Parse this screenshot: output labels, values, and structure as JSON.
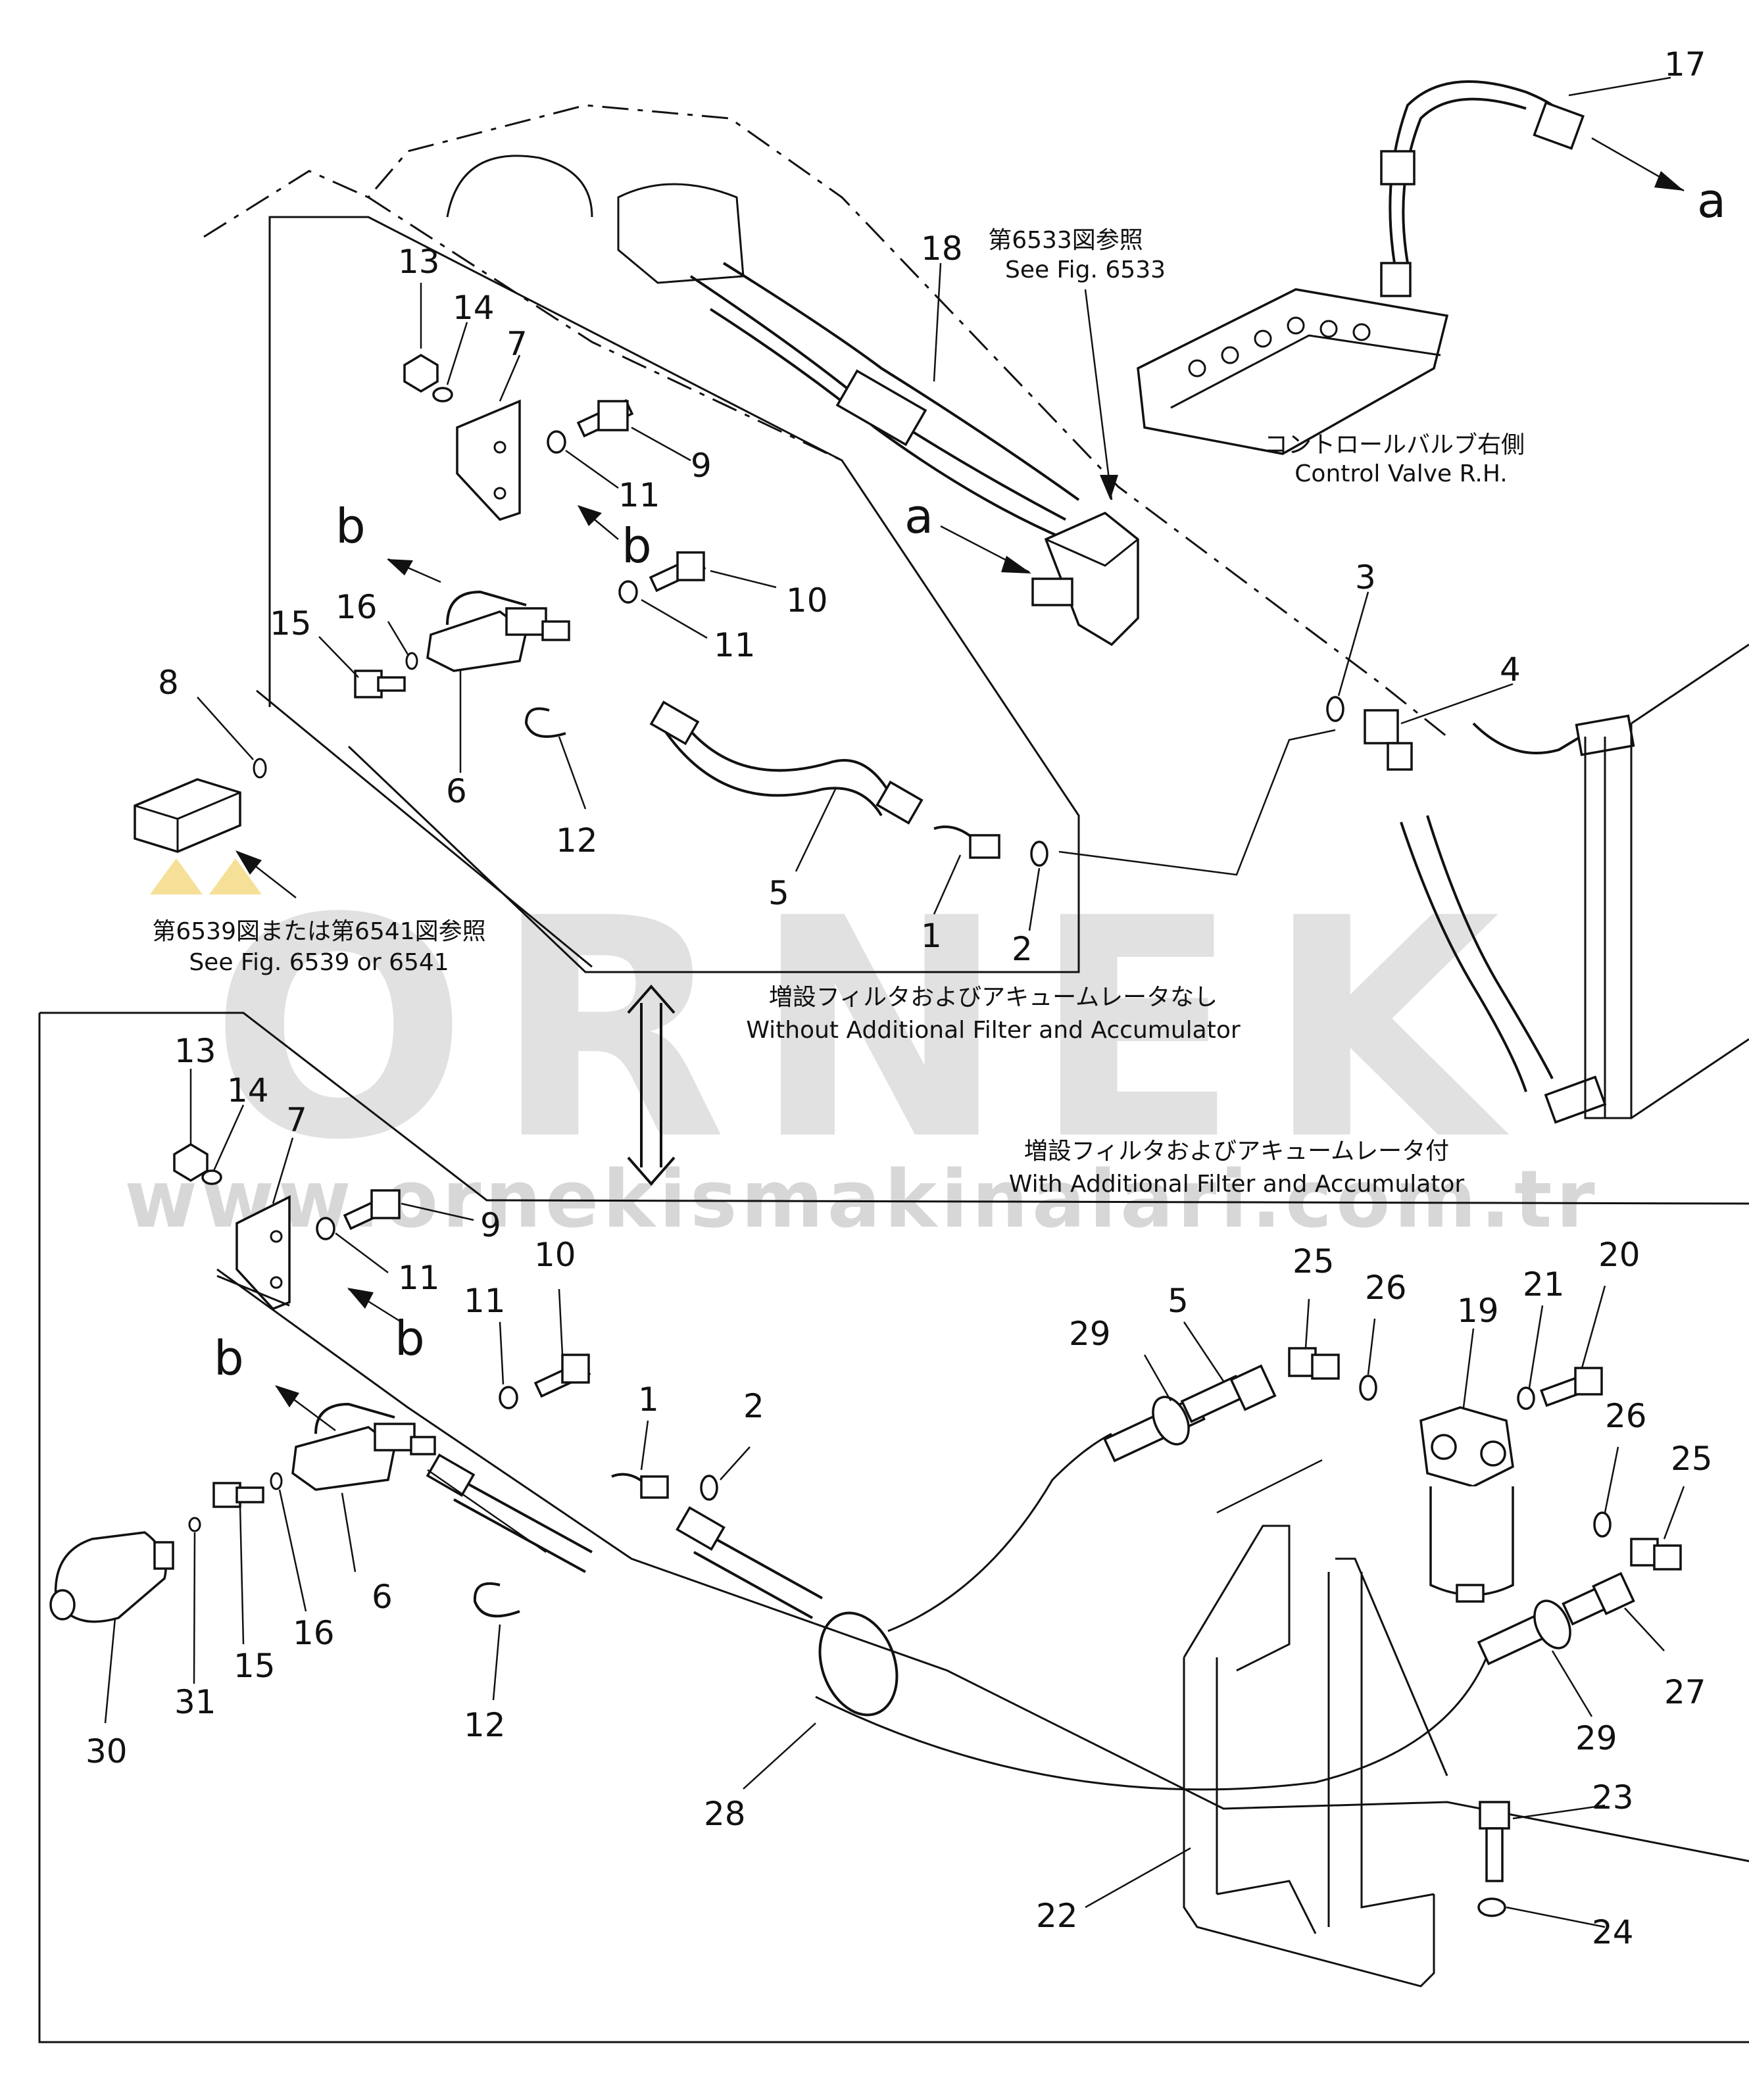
{
  "watermark": {
    "brand": "ORNEK",
    "url": "www.ornekismakinalari.com.tr",
    "accent_color": "#f2d36b"
  },
  "captions": {
    "fig6533_jp": "第6533図参照",
    "fig6533_en": "See Fig. 6533",
    "control_valve_jp": "コントロールバルブ右側",
    "control_valve_en": "Control Valve R.H.",
    "fig6539_jp": "第6539図または第6541図参照",
    "fig6539_en": "See Fig. 6539 or 6541",
    "without_jp": "増設フィルタおよびアキュームレータなし",
    "without_en": "Without Additional Filter and Accumulator",
    "with_jp": "増設フィルタおよびアキュームレータ付",
    "with_en": "With Additional Filter and Accumulator"
  },
  "upper_parts": [
    "17",
    "18",
    "13",
    "14",
    "7",
    "9",
    "11",
    "b",
    "10",
    "11",
    "b",
    "16",
    "15",
    "8",
    "6",
    "12",
    "5",
    "1",
    "2",
    "3",
    "4",
    "a",
    "a"
  ],
  "lower_parts": [
    "13",
    "14",
    "7",
    "9",
    "11",
    "b",
    "b",
    "11",
    "10",
    "1",
    "2",
    "6",
    "15",
    "16",
    "31",
    "30",
    "12",
    "28",
    "29",
    "5",
    "25",
    "26",
    "19",
    "21",
    "20",
    "26",
    "25",
    "27",
    "29",
    "23",
    "24",
    "22"
  ]
}
